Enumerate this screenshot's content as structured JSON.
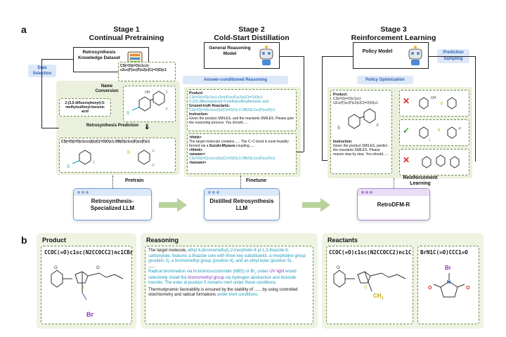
{
  "panel_a": "a",
  "panel_b": "b",
  "stage1": {
    "title_line1": "Stage 1",
    "title_line2": "Continual Pretraining",
    "dataset": "Retrosynthesis Knowledge Dataset",
    "data_selection": "Data Selection",
    "name_conversion": "Name Conversion",
    "smiles_top": "CS(=O)(=O)c1cc(-c2cc(F)cc(F)c2)c(C(=O)O)c1",
    "iupac": "2-(3,5-difluorophenyl)-5-methylsulfonyl-benzoic acid",
    "retro_prediction": "Retrosynthesis Prediction",
    "smiles_bottom": "CS(=O)(=O)c1ccc(I)c(C(=O)O)c1.OB(O)c1cc(F)cc(F)c1",
    "pretrain": "Pretrain",
    "llm": "Retrosynthesis-Specialized LLM"
  },
  "stage2": {
    "title_line1": "Stage 2",
    "title_line2": "Cold-Start Distillation",
    "model": "General Reasoning Model",
    "answer_conditioned": "Answer-conditioned Reasoning",
    "product_label": "Product:",
    "product_smiles": "CS(=O)(=O)c1cc(-c2cc(F)cc(F)c2)c(C(=O)O)c1",
    "product_name": "2-(3,5-difluorophenyl)-5-methylsulfonylbenzoic acid",
    "gt_label": "Ground-truth Reactants:",
    "gt_smiles": "CS(=O)(=O)c1ccc(I)c(C(=O)O)c1.OB(O)c1cc(F)cc(F)c1",
    "instruction_label": "Instruction:",
    "instruction": "Given the product SMILES, and the reactants SMILES. Please give the reasoning process. You should......",
    "think_open": "<think>",
    "think_body": "The target molecule contains...... The C–C bond is most feasibly formed via a",
    "suzuki": "Suzuki-Miyaura",
    "coupling": "coupling......",
    "think_close": "</think>",
    "answer_open": "<answer>",
    "answer_smiles": "CS(=O)(=O)c1ccc(I)c(C(=O)O)c1.OB(O)c1cc(F)cc(F)c1",
    "answer_close": "</answer>",
    "finetune": "Finetune",
    "llm": "Distilled Retrosynthesis LLM"
  },
  "stage3": {
    "title_line1": "Stage 3",
    "title_line2": "Reinforcement Learning",
    "model": "Policy Model",
    "prediction_sampling": "Prediction Sampling",
    "policy_opt": "Policy Optimization",
    "product_label": "Product:",
    "product_smiles": "CS(=O)(=O)c1cc(-c2cc(F)cc(F)c2)c(C(=O)O)c1",
    "instruction_label": "Instruction:",
    "instruction": "Given the product SMILES, predict the reactants SMILES. Please reason step by step. You should......",
    "rl": "Reinforcement Learning",
    "llm": "RetroDFM-R"
  },
  "bottom": {
    "product_title": "Product",
    "product_smiles": "CCOC(=O)c1sc(N2CCOCC2)nc1CBr",
    "br": "Br",
    "reasoning_title": "Reasoning",
    "r1": "The target molecule,",
    "r2": "ethyl 4-(bromomethyl)-2-morpholin-4-yl-1,3-thiazole-5-carboxylate, features a thiazole core with three key substituents: a morpholine group (position 2), a bromomethyl group (position 4), and an ethyl ester (position 5).",
    "r3": "......",
    "r4": "Radical bromination via N-bromosuccinimide (NBS) or Br",
    "r4b": "under",
    "r4c": "UV light",
    "r5": "would selectively install the",
    "r5b": "bromomethyl group",
    "r5c": "via hydrogen abstraction and bromide transfer. The ester at position 5 remains inert under these conditions.",
    "r6": "Thermodynamic favorability is ensured by the stability of ...... by using controlled stoichiometry and radical formations",
    "r6b": "under inert conditions.",
    "reactants_title": "Reactants",
    "reactant1": "CCOC(=O)c1sc(N2CCOCC2)nc1C",
    "ch3": "CH",
    "reactant2": "BrN1C(=O)CCC1=O",
    "br2": "Br",
    "n": "N",
    "o": "O"
  }
}
